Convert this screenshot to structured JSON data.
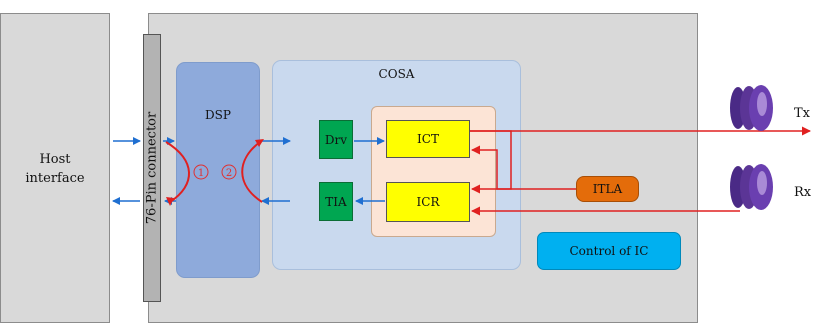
{
  "host": {
    "label_line1": "Host",
    "label_line2": "interface"
  },
  "connector": {
    "label": "76-Pin connector"
  },
  "dsp": {
    "label": "DSP",
    "marker1": "1",
    "marker2": "2"
  },
  "cosa": {
    "label": "COSA"
  },
  "blocks": {
    "drv": "Drv",
    "tia": "TIA",
    "ict": "ICT",
    "icr": "ICR",
    "itla": "ITLA",
    "control": "Control of IC"
  },
  "ports": {
    "tx": "Tx",
    "rx": "Rx"
  },
  "colors": {
    "signal_arrow": "#1f6fd1",
    "optical_line": "#e02020",
    "dsp": "#8eaadb",
    "cosa": "#c9d9ee",
    "icx": "#ffff00",
    "green_block": "#00a651",
    "itla": "#e46c0a",
    "control": "#00b0f0",
    "lens": "#5b2d8e"
  }
}
